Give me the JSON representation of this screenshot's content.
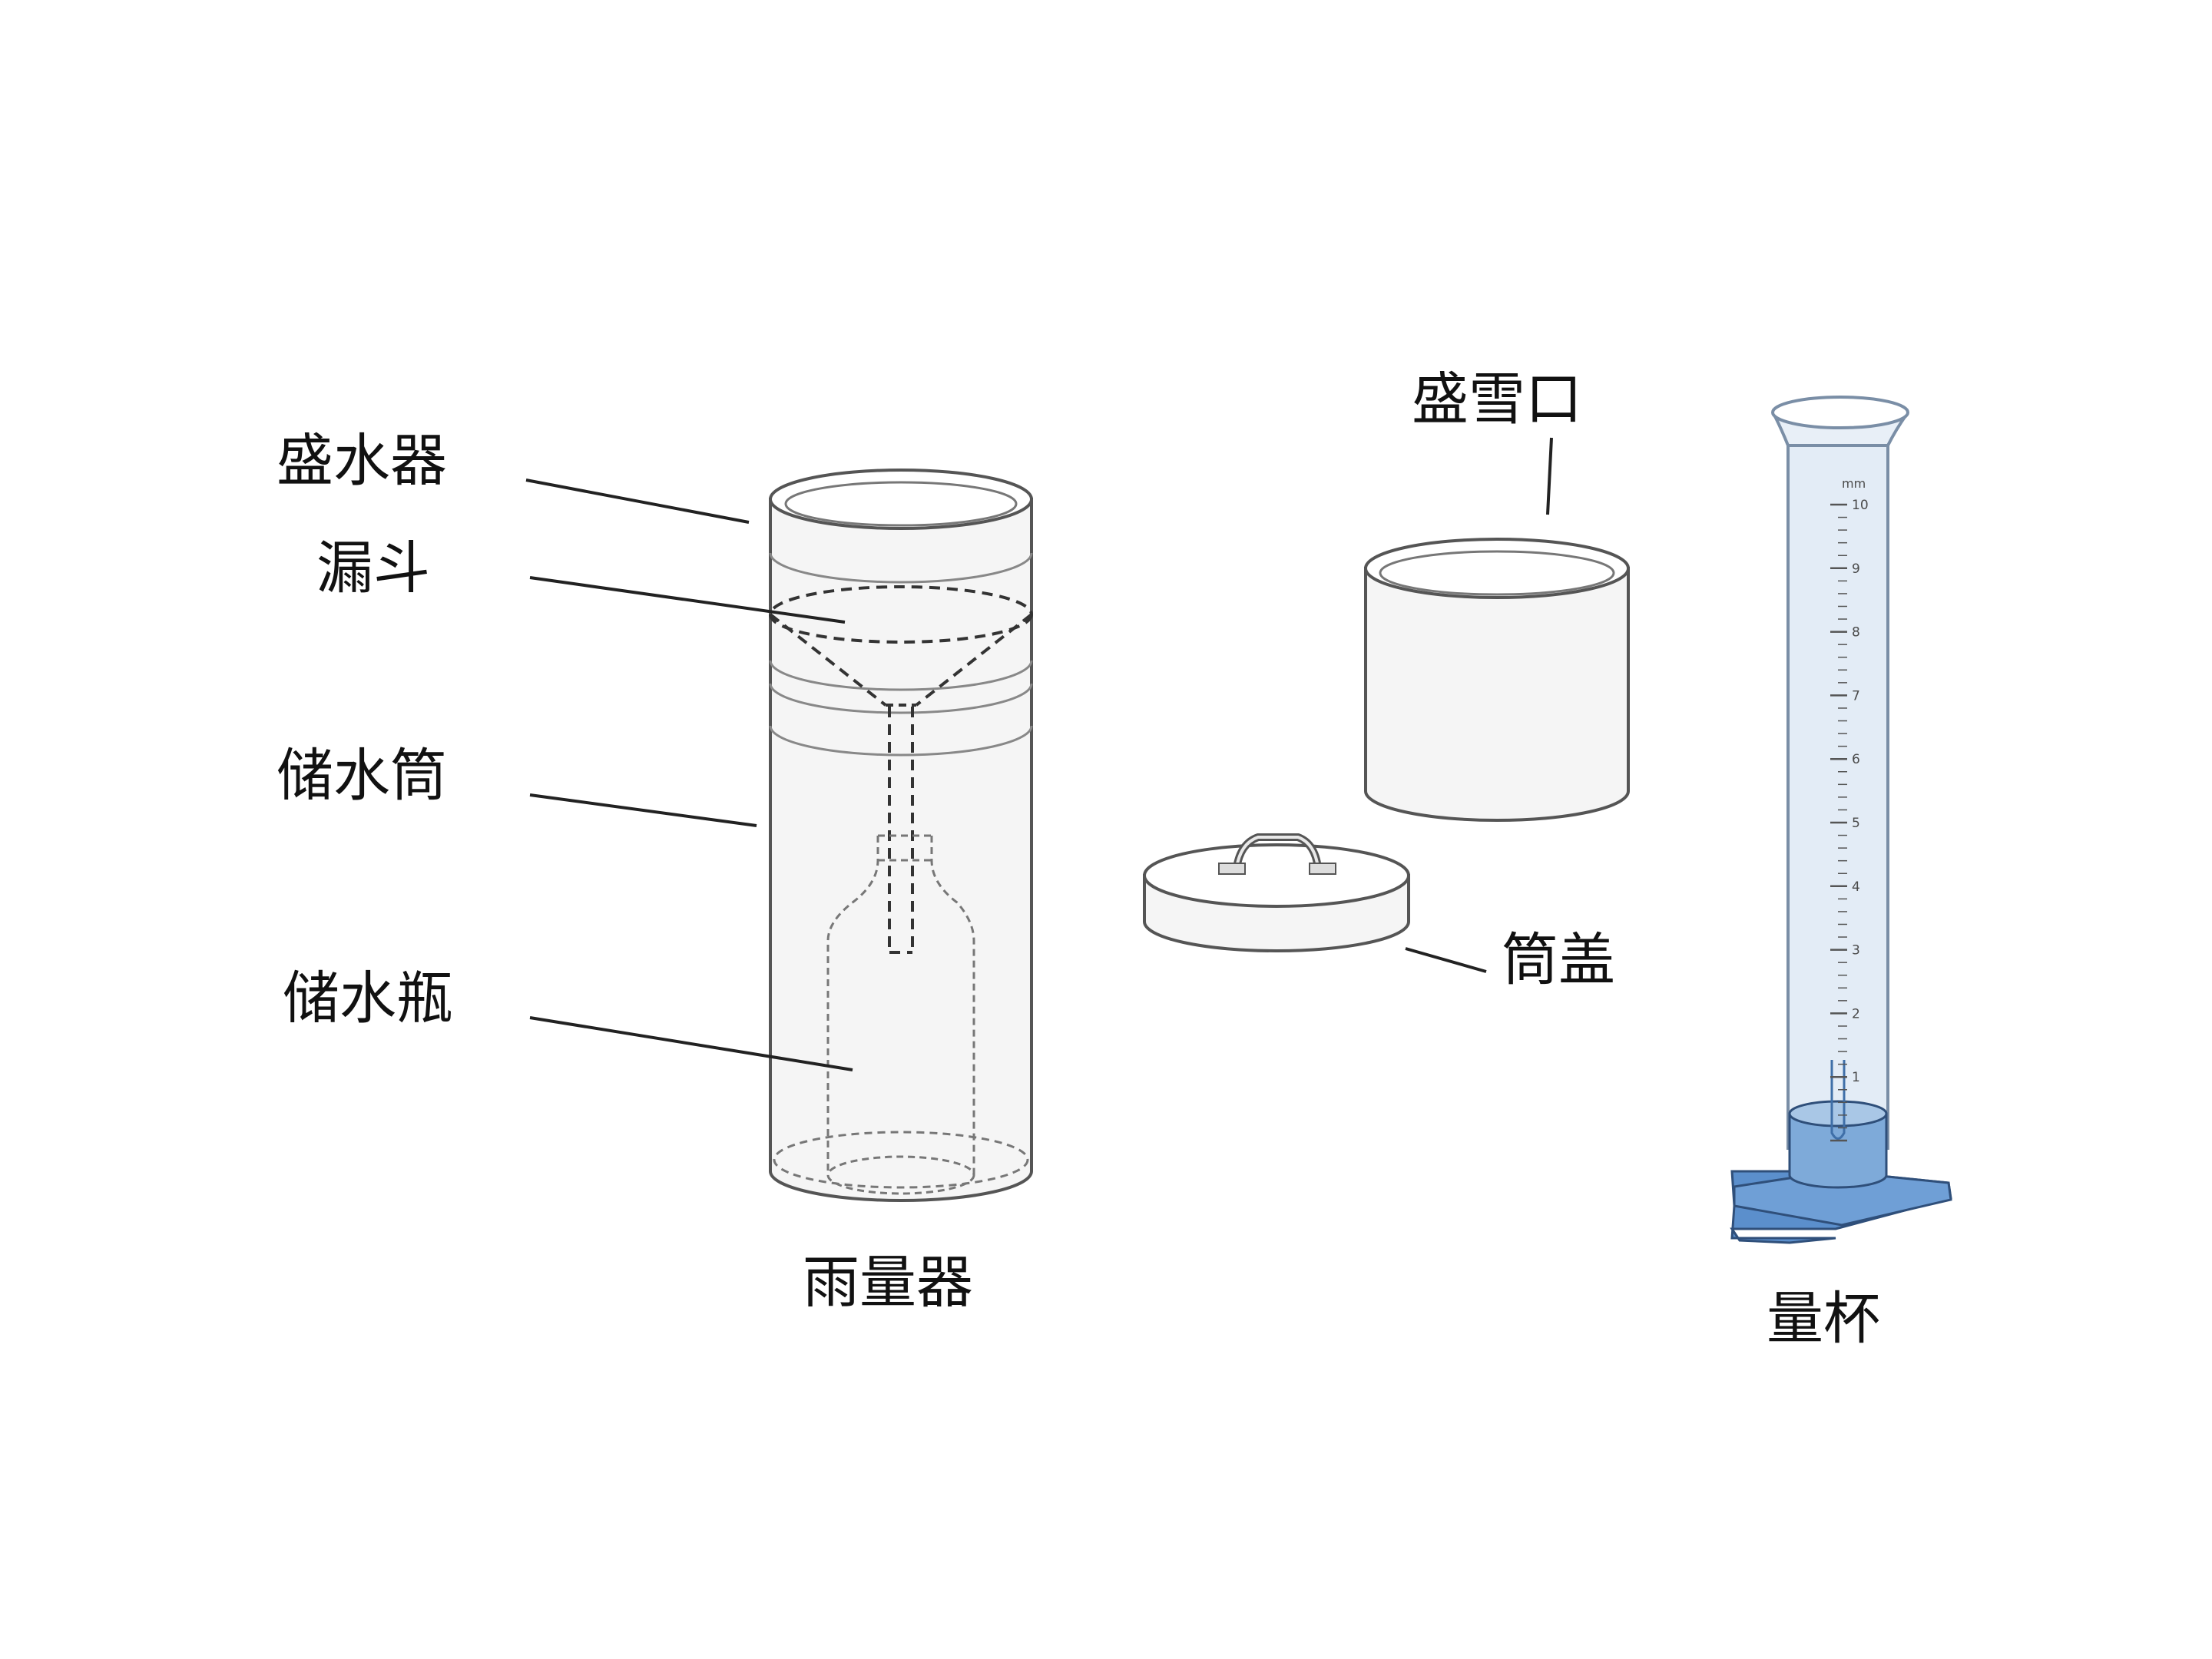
{
  "labels": {
    "water_receiver": "盛水器",
    "funnel": "漏斗",
    "storage_cylinder": "储水筒",
    "storage_bottle": "储水瓶",
    "rain_gauge": "雨量器",
    "snow_collector": "盛雪口",
    "cylinder_cover": "筒盖",
    "measuring_cup": "量杯"
  },
  "measuring_cup": {
    "unit": "mm",
    "scale_min": 0,
    "scale_max": 10,
    "major_labels": [
      "1",
      "2",
      "3",
      "4",
      "5",
      "6",
      "7",
      "8",
      "9",
      "10"
    ]
  },
  "colors": {
    "outline": "#555555",
    "line": "#222222",
    "body_fill": "#f4f4f4",
    "glass_fill": "#e3ecf6",
    "base_fill": "#5b8fcc",
    "base_dark": "#3f6fa8"
  }
}
